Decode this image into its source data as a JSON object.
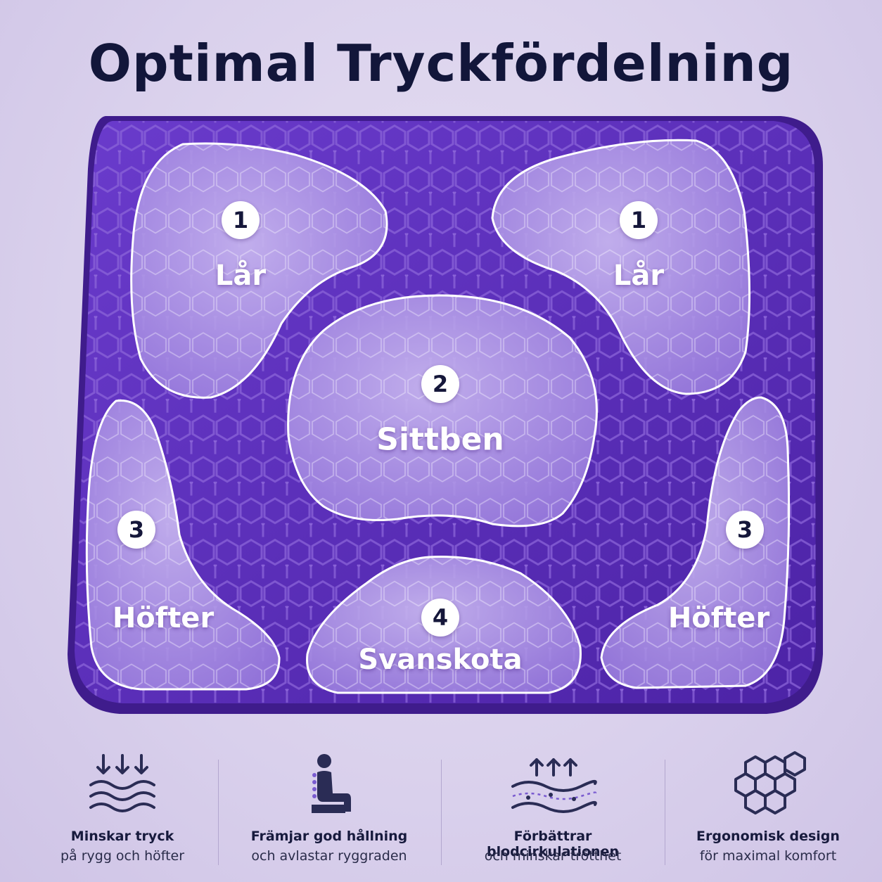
{
  "title": "Optimal Tryckfördelning",
  "colors": {
    "cushion": "#5b2fb8",
    "cushion_dark": "#3f1c8c",
    "zone_fill": "#b8a3e6",
    "title": "#12163a"
  },
  "zones": [
    {
      "id": "thigh-left",
      "number": "1",
      "label": "Lår"
    },
    {
      "id": "thigh-right",
      "number": "1",
      "label": "Lår"
    },
    {
      "id": "sit-bones",
      "number": "2",
      "label": "Sittben"
    },
    {
      "id": "hip-left",
      "number": "3",
      "label": "Höfter"
    },
    {
      "id": "hip-right",
      "number": "3",
      "label": "Höfter"
    },
    {
      "id": "tailbone",
      "number": "4",
      "label": "Svanskota"
    }
  ],
  "features": [
    {
      "icon": "pressure-relief-icon",
      "title": "Minskar tryck",
      "subtitle": "på rygg och höfter"
    },
    {
      "icon": "posture-icon",
      "title": "Främjar god hållning",
      "subtitle": "och avlastar ryggraden"
    },
    {
      "icon": "circulation-icon",
      "title": "Förbättrar blodcirkulationen",
      "subtitle": "och minskar trötthet"
    },
    {
      "icon": "honeycomb-icon",
      "title": "Ergonomisk design",
      "subtitle": "för maximal komfort"
    }
  ]
}
